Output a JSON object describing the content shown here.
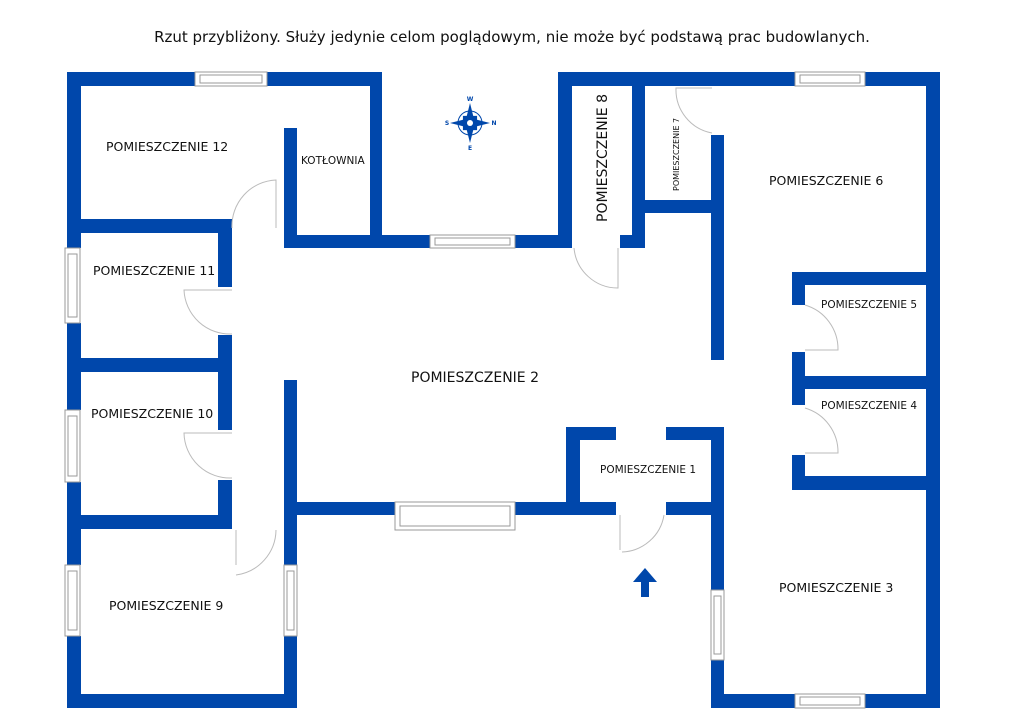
{
  "disclaimer": "Rzut przybliżony. Służy jedynie celom poglądowym, nie może być podstawą prac budowlanych.",
  "colors": {
    "wall": "#0047AB"
  },
  "compass": {
    "top": "W",
    "right": "N",
    "bottom": "E",
    "left": "S"
  },
  "rooms": {
    "r1": "POMIESZCZENIE 1",
    "r2": "POMIESZCZENIE 2",
    "r3": "POMIESZCZENIE 3",
    "r4": "POMIESZCZENIE 4",
    "r5": "POMIESZCZENIE 5",
    "r6": "POMIESZCZENIE 6",
    "r7": "POMIESZCZENIE 7",
    "r8": "POMIESZCZENIE 8",
    "r9": "POMIESZCZENIE 9",
    "r10": "POMIESZCZENIE 10",
    "r11": "POMIESZCZENIE 11",
    "r12": "POMIESZCZENIE 12",
    "boiler": "KOTŁOWNIA"
  }
}
